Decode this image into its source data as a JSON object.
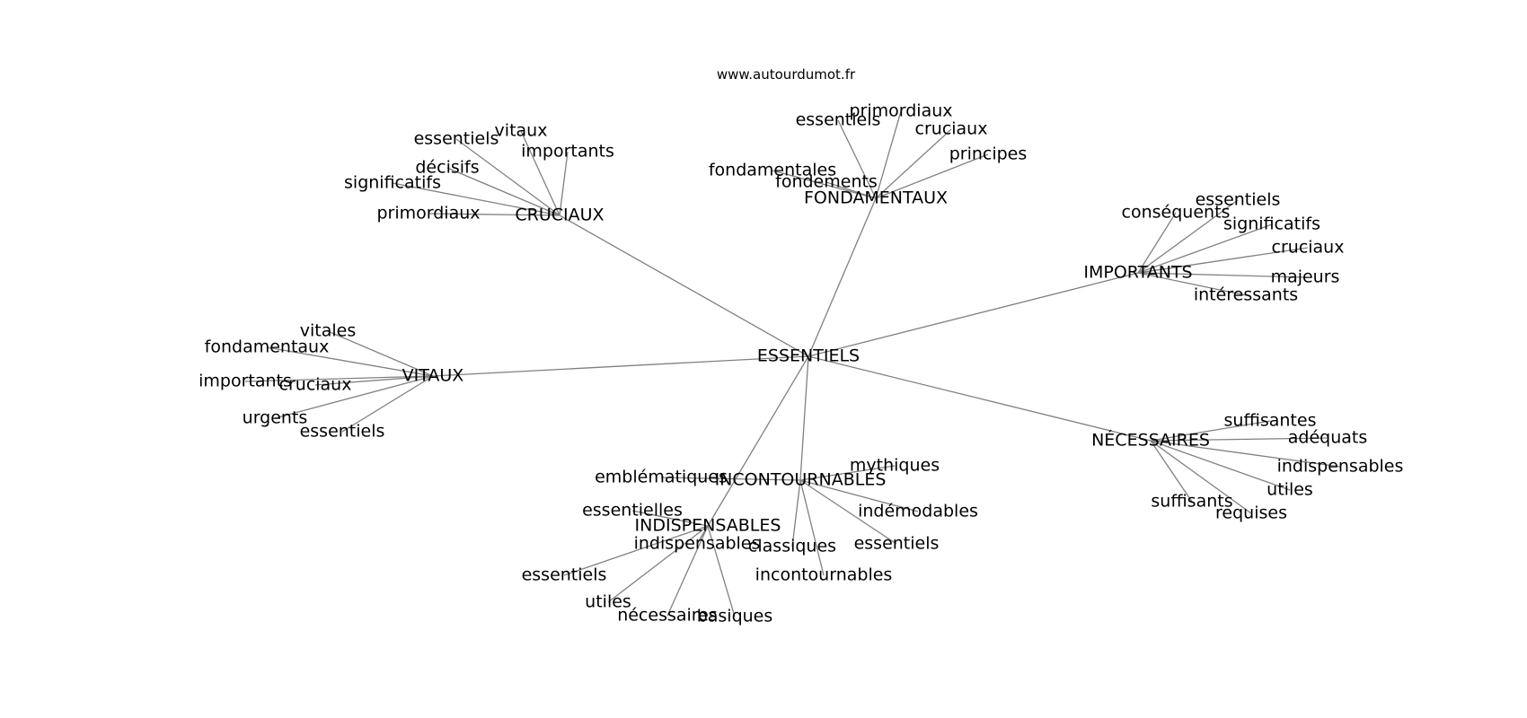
{
  "source": "www.autourdumot.fr",
  "colors": {
    "edge": "#808080",
    "text": "#000000",
    "background": "#ffffff"
  },
  "center": "ESSENTIELS",
  "groups": [
    {
      "id": "cruciaux",
      "label": "CRUCIAUX",
      "leaves": [
        "essentiels",
        "vitaux",
        "importants",
        "décisifs",
        "significatifs",
        "primordiaux"
      ]
    },
    {
      "id": "fondamentaux",
      "label": "FONDAMENTAUX",
      "leaves": [
        "essentiels",
        "primordiaux",
        "cruciaux",
        "principes",
        "fondamentales",
        "fondements"
      ]
    },
    {
      "id": "importants",
      "label": "IMPORTANTS",
      "leaves": [
        "conséquents",
        "essentiels",
        "significatifs",
        "cruciaux",
        "majeurs",
        "intéressants"
      ]
    },
    {
      "id": "vitaux",
      "label": "VITAUX",
      "leaves": [
        "vitales",
        "fondamentaux",
        "importants",
        "cruciaux",
        "urgents",
        "essentiels"
      ]
    },
    {
      "id": "necessaires",
      "label": "NÉCESSAIRES",
      "leaves": [
        "suffisantes",
        "adéquats",
        "indispensables",
        "utiles",
        "suffisants",
        "requises"
      ]
    },
    {
      "id": "incontournables",
      "label": "INCONTOURNABLES",
      "leaves": [
        "emblématiques",
        "mythiques",
        "indémodables",
        "essentiels",
        "classiques",
        "incontournables"
      ]
    },
    {
      "id": "indispensables",
      "label": "INDISPENSABLES",
      "leaves": [
        "essentielles",
        "indispensables",
        "essentiels",
        "utiles",
        "nécessaires",
        "basiques"
      ]
    }
  ]
}
